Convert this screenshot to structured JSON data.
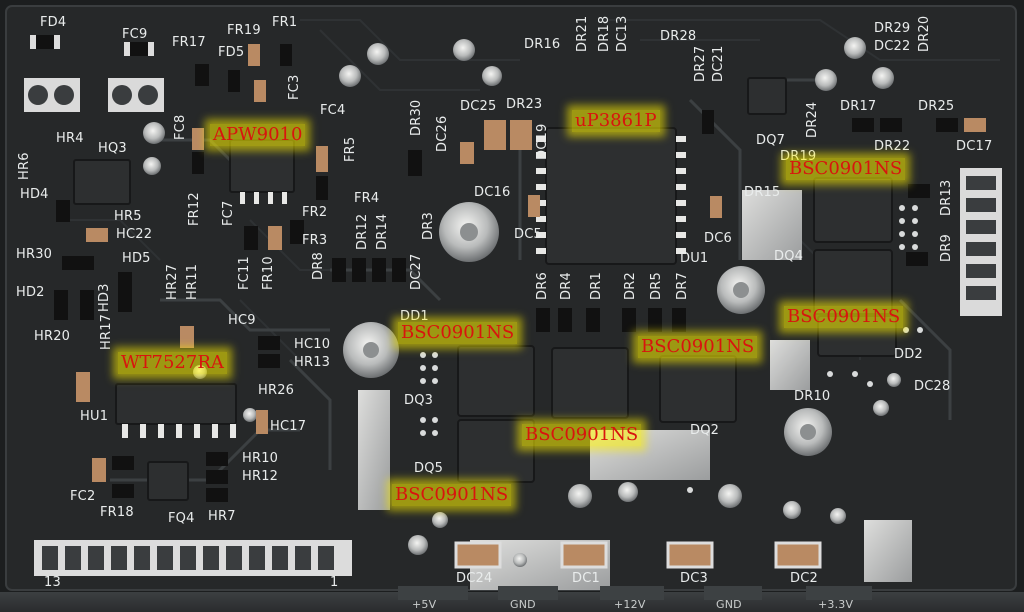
{
  "photo": {
    "board_color": "#252729",
    "callout_color": "#d8140e",
    "highlight_color": "#fff200",
    "silkscreen_color": "#e9ecec"
  },
  "callouts": [
    {
      "id": "apw9010",
      "text": "APW9010"
    },
    {
      "id": "up3861p",
      "text": "uP3861P"
    },
    {
      "id": "bsc-1",
      "text": "BSC0901NS"
    },
    {
      "id": "bsc-2",
      "text": "BSC0901NS"
    },
    {
      "id": "bsc-3",
      "text": "BSC0901NS"
    },
    {
      "id": "bsc-4",
      "text": "BSC0901NS"
    },
    {
      "id": "bsc-5",
      "text": "BSC0901NS"
    },
    {
      "id": "bsc-6",
      "text": "BSC0901NS"
    },
    {
      "id": "wt7527ra",
      "text": "WT7527RA"
    }
  ],
  "silkscreen": [
    "FD4",
    "FC9",
    "FR19",
    "FR1",
    "FR17",
    "FD5",
    "FC3",
    "FC4",
    "FC8",
    "FR5",
    "FR4",
    "FR2",
    "FR3",
    "FC7",
    "FR12",
    "FC11",
    "FR10",
    "HR4",
    "HR6",
    "HQ3",
    "HD4",
    "HR5",
    "HC22",
    "HR30",
    "HD5",
    "HR27",
    "HR11",
    "HD2",
    "HR20",
    "HR17",
    "HD3",
    "HC9",
    "HC10",
    "HR13",
    "HR26",
    "HC17",
    "HU1",
    "HR10",
    "HR12",
    "HR7",
    "FC2",
    "FR18",
    "FQ4",
    "DR16",
    "DR21",
    "DR18",
    "DC13",
    "DR28",
    "DR27",
    "DC21",
    "DR30",
    "DC26",
    "DC25",
    "DR23",
    "DC19",
    "DC16",
    "DC5",
    "DR12",
    "DR14",
    "DC27",
    "DR3",
    "DR8",
    "DR29",
    "DC22",
    "DR20",
    "DR17",
    "DR22",
    "DR25",
    "DC17",
    "DQ7",
    "DR24",
    "DR19",
    "DR15",
    "DC6",
    "DU1",
    "DR13",
    "DR9",
    "DQ4",
    "DR6",
    "DR4",
    "DR1",
    "DR2",
    "DR5",
    "DR7",
    "DD1",
    "DQ3",
    "DQ5",
    "DQ2",
    "DD2",
    "DR10",
    "DC28",
    "DC24",
    "DC1",
    "DC3",
    "DC2",
    "13",
    "1"
  ],
  "rail_labels": [
    "+5V",
    "GND",
    "+12V",
    "GND",
    "+3.3V"
  ]
}
